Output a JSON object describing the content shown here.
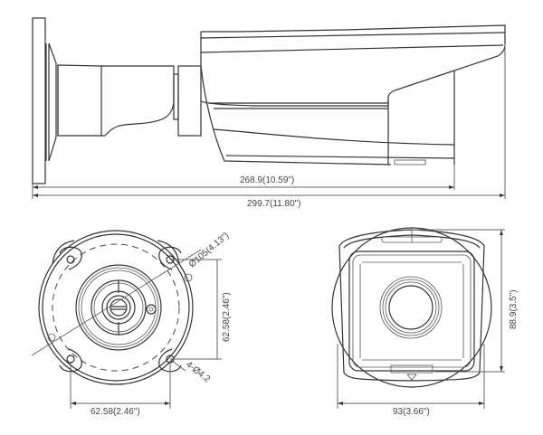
{
  "drawing": {
    "subject": "Bullet camera dimension drawing",
    "units": "mm (inch)",
    "line_color": "#333333",
    "background": "#ffffff"
  },
  "side_view": {
    "dim_body_length": "268.9(10.59\")",
    "dim_overall_length": "299.7(11.80\")"
  },
  "mount_base_view": {
    "dim_diameter": "Ø105(4.13\")",
    "dim_hole_spacing_vertical": "62.58(2.46\")",
    "dim_hole_spacing_horizontal": "62.58(2.46\")",
    "dim_holes": "4-Ø4.2"
  },
  "front_view": {
    "dim_height": "88.9(3.5\")",
    "dim_width": "93(3.66\")"
  }
}
